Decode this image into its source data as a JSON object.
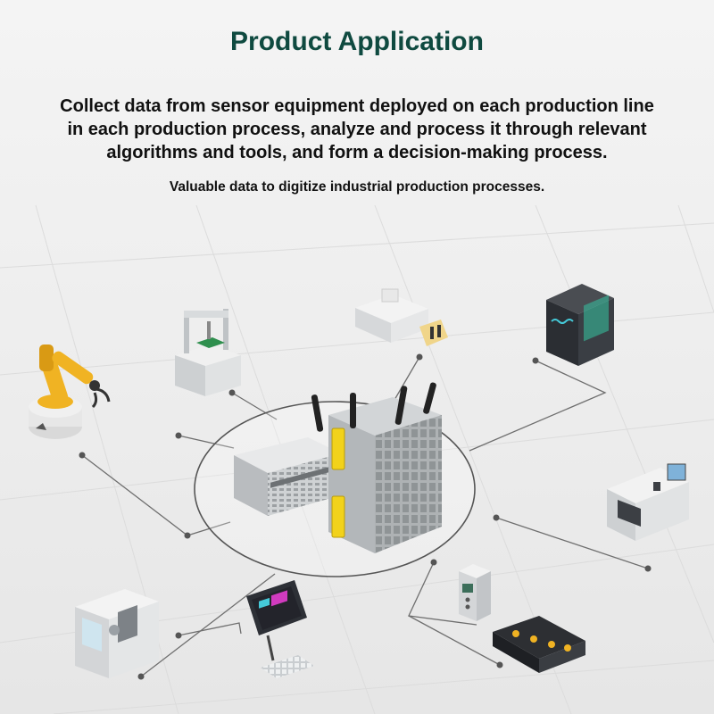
{
  "colors": {
    "title": "#0f4a40",
    "text": "#111111",
    "line": "#6f6f6f",
    "device_gray": "#9ea2a4",
    "connector_yellow": "#f2d21b",
    "robot_yellow": "#f0b323",
    "screen_magenta": "#d13bbf",
    "screen_cyan": "#45c9d8"
  },
  "header": {
    "title": "Product Application",
    "description_lines": [
      "Collect data from sensor equipment deployed on each production line",
      "in each production process, analyze and process it through relevant",
      "algorithms and tools, and form a decision-making process."
    ],
    "subtitle": "Valuable data to digitize industrial production processes."
  },
  "icons": [
    "center-gateway-device-icon",
    "robot-arm-icon",
    "test-chamber-icon",
    "sealing-press-icon",
    "server-cabinet-icon",
    "cnc-machine-icon",
    "industrial-cabinet-icon",
    "hmi-terminal-icon",
    "control-panel-icon",
    "conveyor-belt-icon"
  ]
}
